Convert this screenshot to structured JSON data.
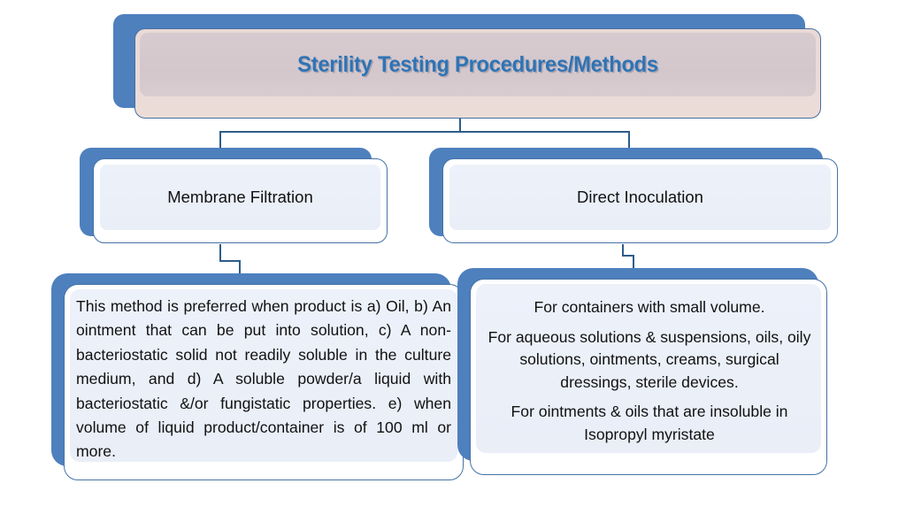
{
  "diagram": {
    "title": "Sterility Testing Procedures/Methods",
    "colors": {
      "title_text": "#2E74B5",
      "shadow_blue": "#4E80BE",
      "border_blue": "#4472A6",
      "connector": "#2E5C8A",
      "title_fill": "#D5C9CE",
      "node_fill": "#EDF1FA"
    },
    "nodes": {
      "membrane_filtration": {
        "label": "Membrane Filtration",
        "detail": "This method is preferred when product is a) Oil, b) An ointment that can be put into solution, c) A non-bacteriostatic solid not readily soluble in the culture medium, and d) A soluble powder/a liquid with bacteriostatic &/or fungistatic properties. e) when volume of liquid product/container is of 100 ml or more."
      },
      "direct_inoculation": {
        "label": "Direct Inoculation",
        "detail_lines": [
          "For containers with small volume.",
          "For aqueous solutions & suspensions, oils, oily solutions, ointments, creams, surgical dressings, sterile devices.",
          "For ointments & oils that are insoluble in Isopropyl myristate"
        ]
      }
    }
  }
}
